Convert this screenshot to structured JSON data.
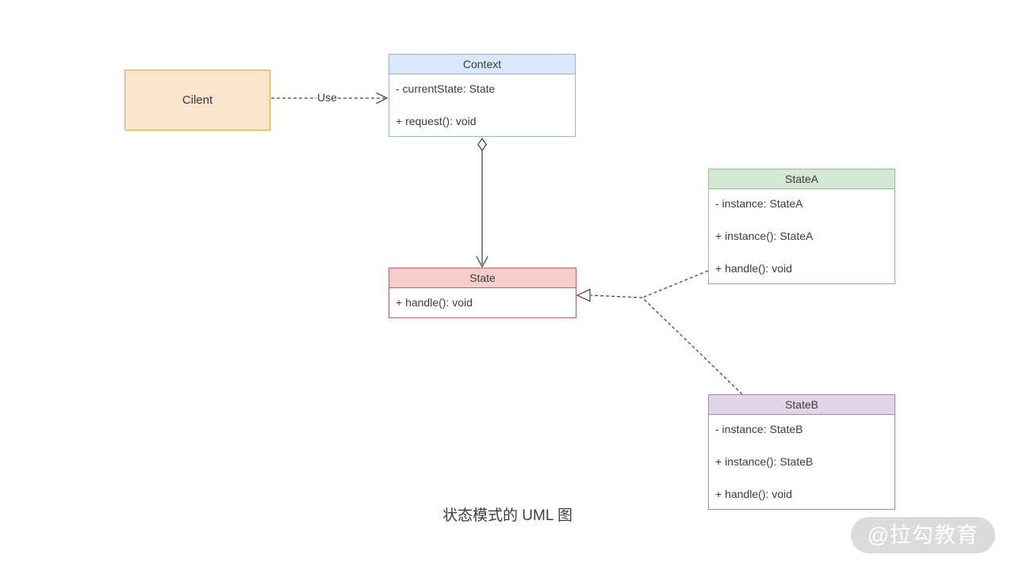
{
  "diagram": {
    "caption": "状态模式的 UML 图",
    "watermark": "@拉勾教育",
    "colors": {
      "client_fill": "#fce5cd",
      "client_border": "#dba545",
      "context_fill": "#dae8fc",
      "context_border": "#9ab4dc",
      "state_fill": "#f8cecc",
      "state_border": "#c4615c",
      "statea_fill": "#d5e8d4",
      "statea_border": "#97c08f",
      "stateb_fill": "#e1d5e7",
      "stateb_border": "#a586b3",
      "line": "#4a4a4a",
      "text": "#3c3c3c"
    },
    "classes": {
      "client": {
        "title": "Cilent"
      },
      "context": {
        "title": "Context",
        "members": [
          "- currentState: State",
          "+ request(): void"
        ]
      },
      "state": {
        "title": "State",
        "members": [
          "+ handle(): void"
        ]
      },
      "statea": {
        "title": "StateA",
        "members": [
          "- instance: StateA",
          "+ instance(): StateA",
          "+ handle(): void"
        ]
      },
      "stateb": {
        "title": "StateB",
        "members": [
          "- instance: StateB",
          "+ instance(): StateB",
          "+ handle(): void"
        ]
      }
    },
    "edges": {
      "use_label": "Use"
    }
  }
}
